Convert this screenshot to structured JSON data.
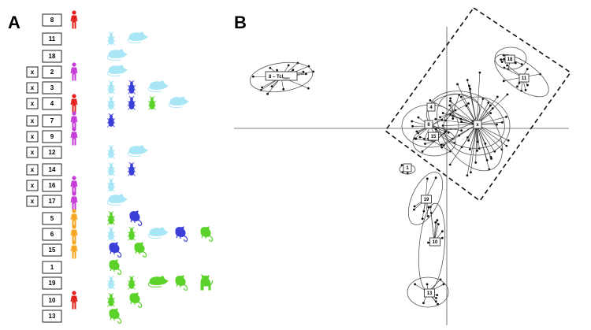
{
  "panel_a": {
    "letter": "A",
    "rows": [
      {
        "id": "8",
        "x_marked": false,
        "human": "red",
        "hosts": []
      },
      {
        "id": "11",
        "x_marked": false,
        "human": null,
        "hosts": [
          "triatomine-lightblue",
          "rodent-lightblue"
        ]
      },
      {
        "id": "18",
        "x_marked": false,
        "human": null,
        "hosts": [
          "rodent-lightblue"
        ]
      },
      {
        "id": "2",
        "x_marked": true,
        "human": "magenta",
        "hosts": [
          "rodent-lightblue"
        ]
      },
      {
        "id": "3",
        "x_marked": true,
        "human": null,
        "hosts": [
          "triatomine-lightblue",
          "triatomine-blue",
          "rodent-lightblue"
        ]
      },
      {
        "id": "4",
        "x_marked": true,
        "human": "red",
        "hosts": [
          "triatomine-lightblue",
          "triatomine-blue",
          "triatomine-green",
          "rodent-lightblue"
        ]
      },
      {
        "id": "7",
        "x_marked": true,
        "human": "magenta",
        "hosts": [
          "triatomine-blue"
        ]
      },
      {
        "id": "9",
        "x_marked": true,
        "human": "magenta",
        "hosts": []
      },
      {
        "id": "12",
        "x_marked": true,
        "human": null,
        "hosts": [
          "triatomine-lightblue",
          "rodent-lightblue"
        ]
      },
      {
        "id": "14",
        "x_marked": true,
        "human": null,
        "hosts": [
          "triatomine-lightblue",
          "triatomine-blue"
        ]
      },
      {
        "id": "16",
        "x_marked": true,
        "human": "magenta",
        "hosts": [
          "triatomine-lightblue"
        ]
      },
      {
        "id": "17",
        "x_marked": true,
        "human": "magenta",
        "hosts": [
          "rodent-lightblue"
        ]
      },
      {
        "id": "5",
        "x_marked": false,
        "human": "orange",
        "hosts": [
          "triatomine-green",
          "opossum-blue"
        ]
      },
      {
        "id": "6",
        "x_marked": false,
        "human": "orange",
        "hosts": [
          "triatomine-lightblue",
          "triatomine-green",
          "rodent-lightblue",
          "opossum-blue",
          "opossum-green"
        ]
      },
      {
        "id": "15",
        "x_marked": false,
        "human": "orange",
        "hosts": [
          "opossum-blue",
          "opossum-green"
        ]
      },
      {
        "id": "1",
        "x_marked": false,
        "human": null,
        "hosts": [
          "opossum-green"
        ]
      },
      {
        "id": "19",
        "x_marked": false,
        "human": null,
        "hosts": [
          "triatomine-lightblue",
          "triatomine-green",
          "rodent-green",
          "opossum-green",
          "dog-green"
        ]
      },
      {
        "id": "10",
        "x_marked": false,
        "human": "red",
        "hosts": [
          "triatomine-green",
          "opossum-green"
        ]
      },
      {
        "id": "13",
        "x_marked": false,
        "human": null,
        "hosts": [
          "opossum-green"
        ]
      }
    ],
    "x_label": "x"
  },
  "panel_b": {
    "letter": "B",
    "cluster_labels": {
      "outlier": "8 – Tcl",
      "outlier_sub": "ltnm",
      "c18": "18",
      "c11": "11",
      "c4": "4",
      "c6": "6",
      "cx": "x",
      "c15": "15",
      "c1": "1",
      "c19": "19",
      "c10": "10",
      "c13": "13"
    }
  },
  "colors": {
    "red": "#e3201b",
    "magenta": "#c43bd6",
    "orange": "#f5a623",
    "lightblue": "#a8e6f5",
    "blue": "#3a3fd8",
    "green": "#5bd22a",
    "line": "#333333"
  }
}
